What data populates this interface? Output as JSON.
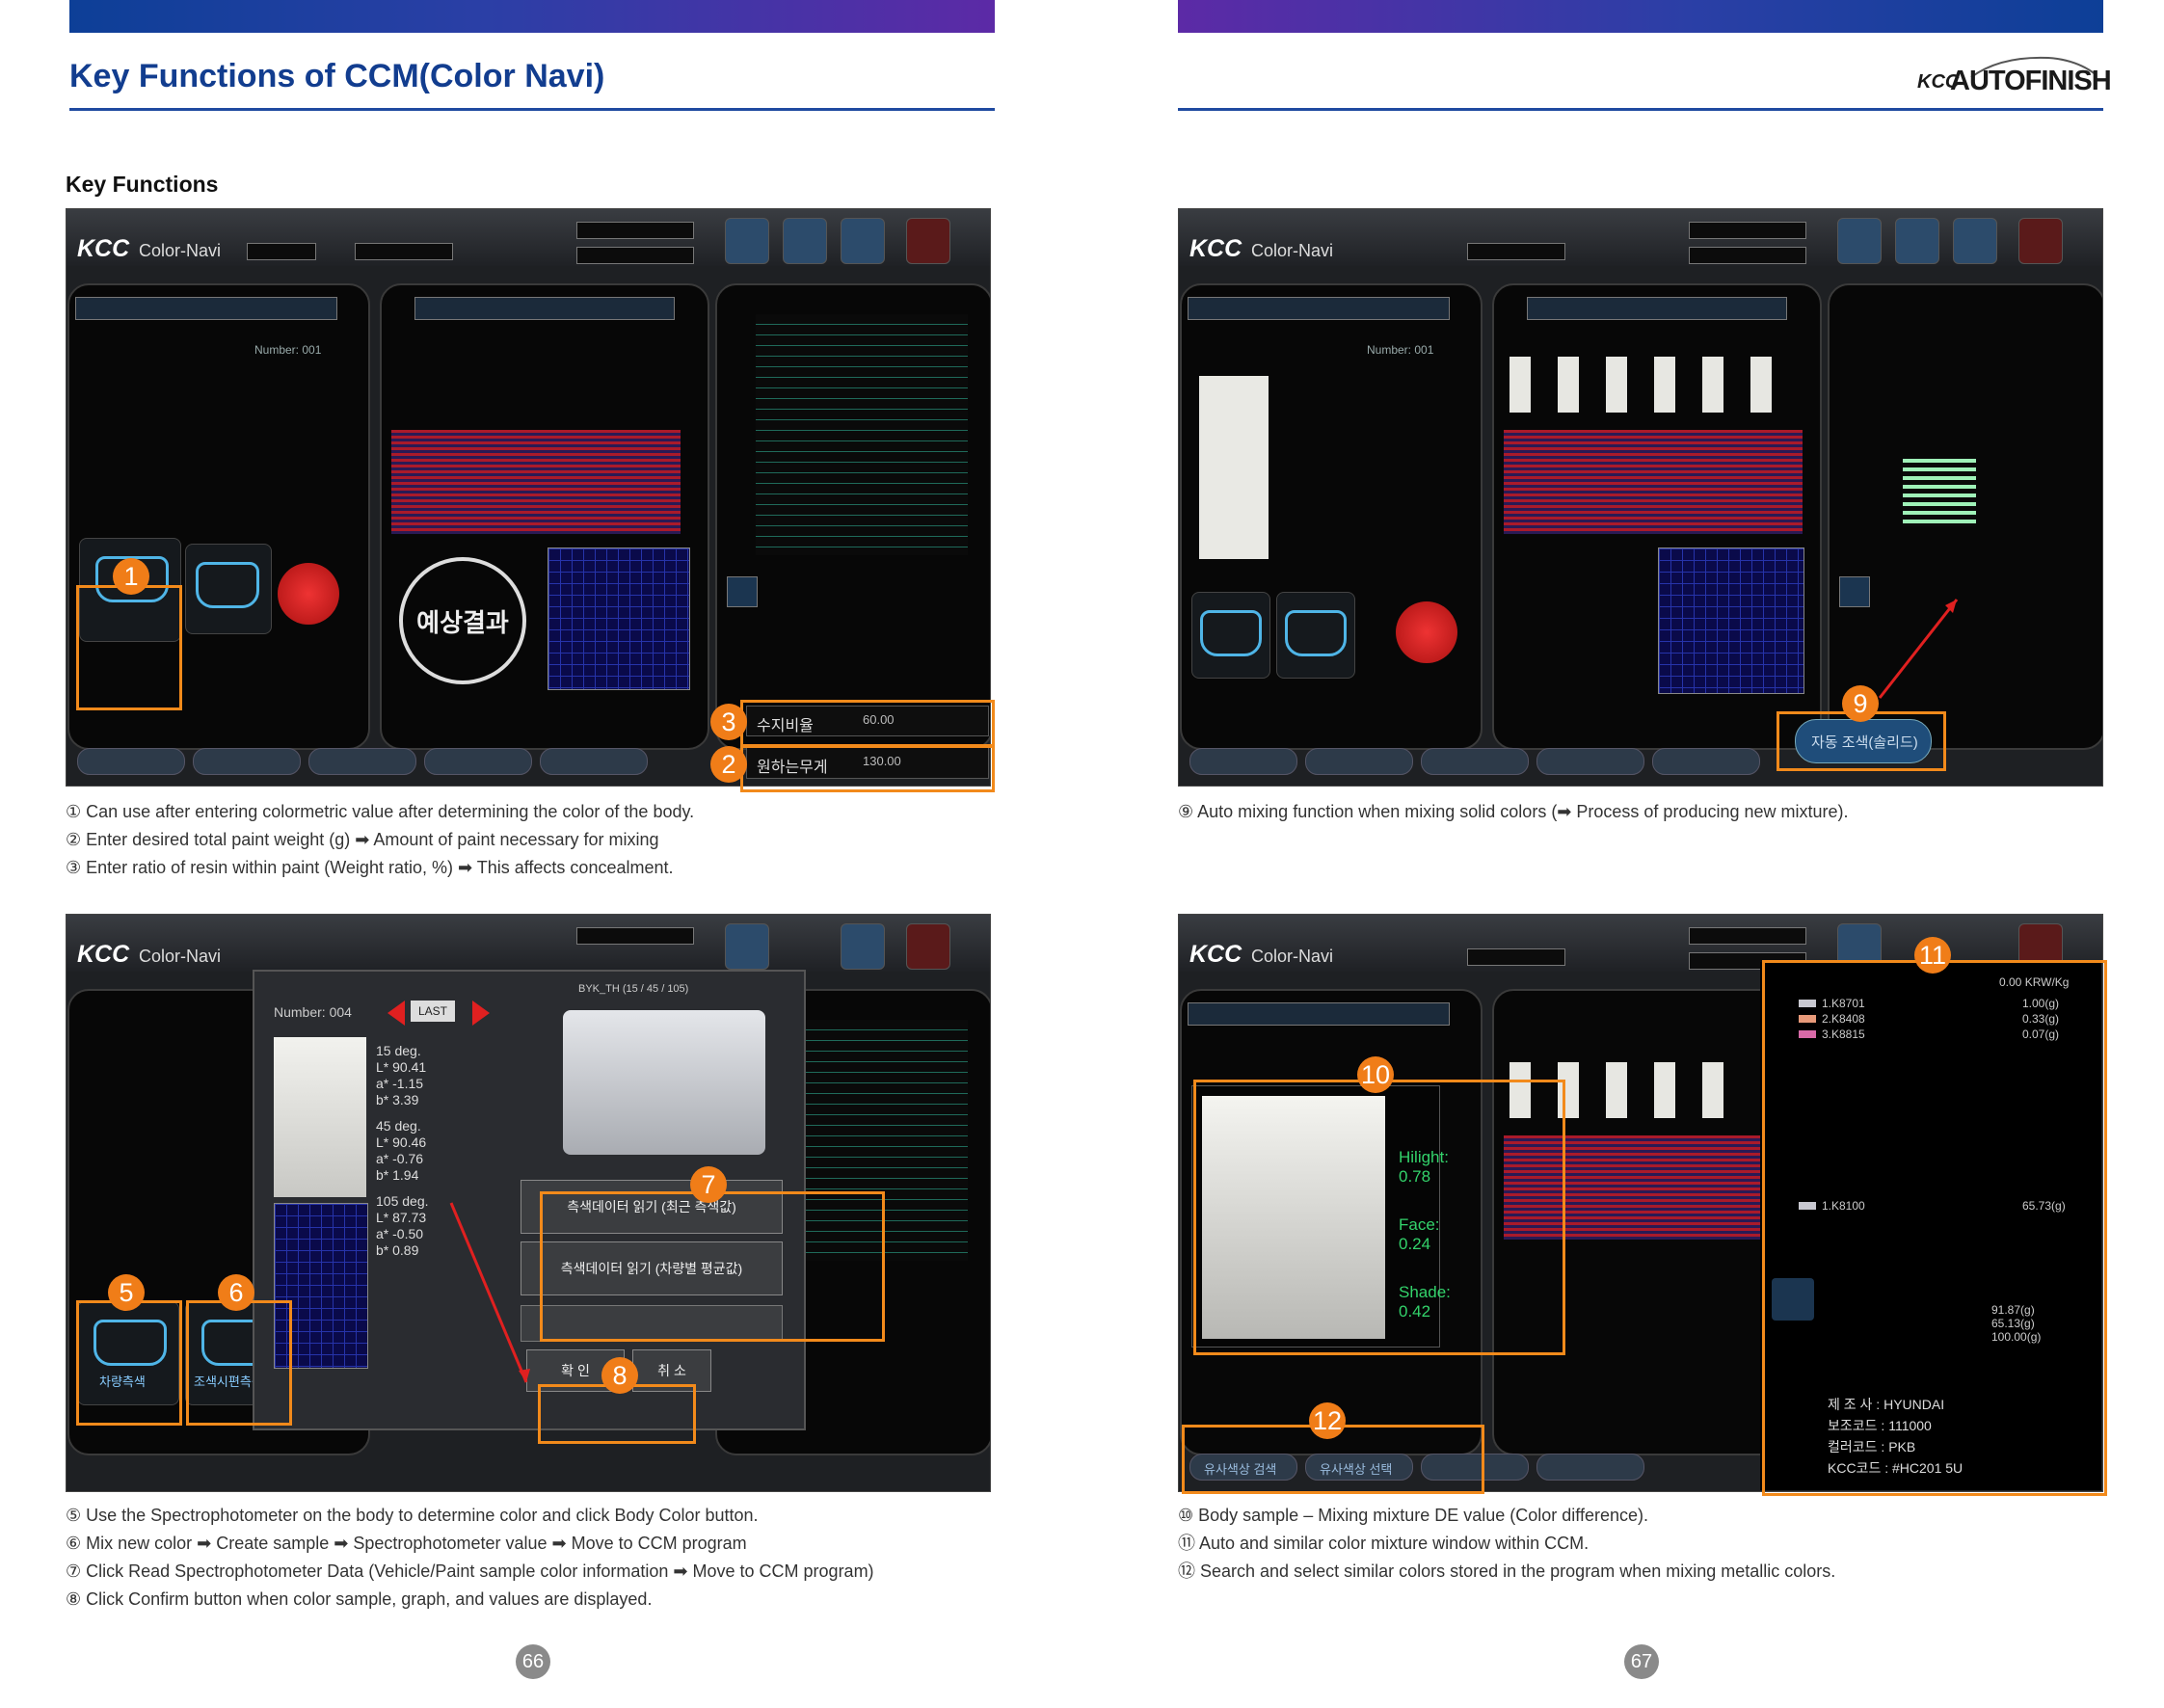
{
  "left_page": {
    "title": "Key Functions of CCM(Color Navi)",
    "subheading": "Key Functions",
    "page_number": "66"
  },
  "right_page": {
    "brand_prefix": "KCC",
    "brand_name": "AUTOFINISH",
    "page_number": "67"
  },
  "app": {
    "logo": "KCC",
    "name": "Color-Navi",
    "number_label_1": "Number: 001",
    "number_label_4": "Number: 004",
    "last_label": "LAST",
    "predict_label": "예상결과",
    "resin_label": "수지비율",
    "resin_value": "60.00",
    "weight_label": "원하는무게",
    "weight_value": "130.00",
    "auto_mix_label": "자동 조색(솔리드)",
    "read_latest": "측색데이터 읽기 (최근 측색값)",
    "read_average": "측색데이터 읽기 (차량별 평균값)",
    "confirm": "확 인",
    "cancel": "취 소",
    "body_color": "차량측색",
    "sample_color": "조색시편측색",
    "similar_search": "유사색상 검색",
    "similar_select": "유사색상 선택",
    "device_label": "BYK_TH (15 / 45 / 105)",
    "spec": {
      "d15": "15 deg.",
      "d15_vals": [
        "L*  90.41",
        "a*  -1.15",
        "b*  3.39"
      ],
      "d45": "45 deg.",
      "d45_vals": [
        "L*  90.46",
        "a*  -0.76",
        "b*  1.94"
      ],
      "d105": "105 deg.",
      "d105_vals": [
        "L*  87.73",
        "a*  -0.50",
        "b*  0.89"
      ]
    },
    "de": {
      "hilight": "Hilight: 0.78",
      "face": "Face: 0.24",
      "shade": "Shade: 0.42"
    },
    "formula_header": "0.00 KRW/Kg",
    "formula_items": [
      {
        "code": "1.K8701",
        "value": "1.00(g)",
        "color": "#c8c8d0"
      },
      {
        "code": "2.K8408",
        "value": "0.33(g)",
        "color": "#e89a7a"
      },
      {
        "code": "3.K8815",
        "value": "0.07(g)",
        "color": "#d86aa8"
      },
      {
        "code": "1.K8100",
        "value": "65.73(g)",
        "color": "#c8c8d0"
      }
    ],
    "totals": [
      "91.87(g)",
      "65.13(g)",
      "100.00(g)"
    ],
    "info": [
      {
        "label": "제 조 사 :",
        "value": "HYUNDAI"
      },
      {
        "label": "보조코드 :",
        "value": "111000"
      },
      {
        "label": "컬러코드 :",
        "value": "PKB"
      },
      {
        "label": "KCC코드 :",
        "value": "#HC201 5U"
      }
    ]
  },
  "badges": [
    "1",
    "2",
    "3",
    "5",
    "6",
    "7",
    "8",
    "9",
    "10",
    "11",
    "12"
  ],
  "captions": {
    "c1": "① Can use after entering colormetric value after determining the color of the body.",
    "c2": "② Enter desired total paint weight (g) ➡ Amount of paint necessary for mixing",
    "c3": "③ Enter ratio of resin within paint (Weight ratio, %) ➡ This affects concealment.",
    "c9": "⑨ Auto mixing function when mixing solid colors (➡ Process of producing new mixture).",
    "c5": "⑤ Use the Spectrophotometer on the body to determine color and click Body Color button.",
    "c6": "⑥ Mix new color ➡ Create sample ➡ Spectrophotometer value ➡ Move to CCM program",
    "c7": "⑦ Click Read Spectrophotometer Data (Vehicle/Paint sample color information ➡ Move to CCM program)",
    "c8": "⑧ Click Confirm button when color sample, graph, and values are displayed.",
    "c10": "⑩ Body sample – Mixing mixture DE value (Color difference).",
    "c11": "⑪ Auto and similar color mixture window within CCM.",
    "c12": "⑫ Search and select similar colors stored in the program when mixing metallic colors."
  }
}
